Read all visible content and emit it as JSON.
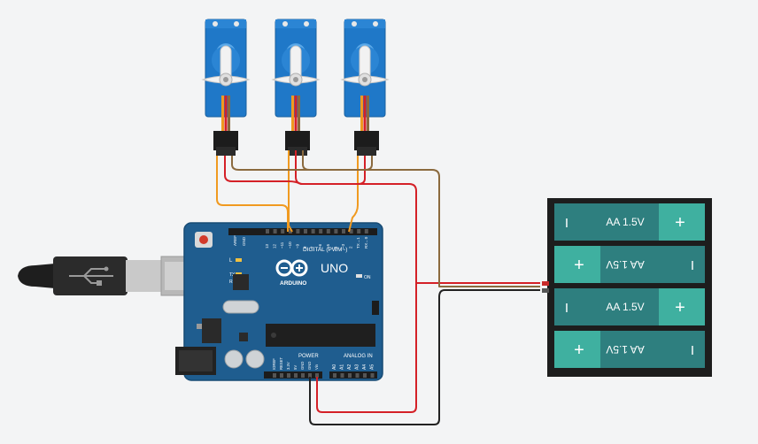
{
  "board": {
    "brand": "ARDUINO",
    "model": "UNO",
    "digital_label": "DIGITAL (PWM~)",
    "power_label": "POWER",
    "analog_label": "ANALOG IN",
    "on_label": "ON",
    "l_label": "L",
    "tx_label": "TX",
    "rx_label": "RX",
    "aref_label": "AREF",
    "gnd_label": "GND",
    "digital_pins": [
      "13",
      "12",
      "~11",
      "~10",
      "~9",
      "8",
      "7",
      "~6",
      "~5",
      "4",
      "~3",
      "2",
      "TX→1",
      "RX←0"
    ],
    "power_pins": [
      "IOREF",
      "RESET",
      "3.3V",
      "5V",
      "GND",
      "GND",
      "Vin"
    ],
    "analog_pins": [
      "A0",
      "A1",
      "A2",
      "A3",
      "A4",
      "A5"
    ]
  },
  "battery_pack": {
    "cells": [
      {
        "label": "AA 1.5V",
        "neg": "I",
        "pos": "+",
        "flipped": false
      },
      {
        "label": "AA 1.5V",
        "neg": "I",
        "pos": "+",
        "flipped": true
      },
      {
        "label": "AA 1.5V",
        "neg": "I",
        "pos": "+",
        "flipped": false
      },
      {
        "label": "AA 1.5V",
        "neg": "I",
        "pos": "+",
        "flipped": true
      }
    ]
  },
  "colors": {
    "board": "#1f5d8f",
    "servo": "#1f78c8",
    "battery_cell": "#2e7f7f",
    "battery_cap": "#3fb0a0",
    "wire_signal": "#f09a20",
    "wire_power": "#d42027",
    "wire_ground": "#8b6a3e",
    "wire_black": "#222222"
  }
}
